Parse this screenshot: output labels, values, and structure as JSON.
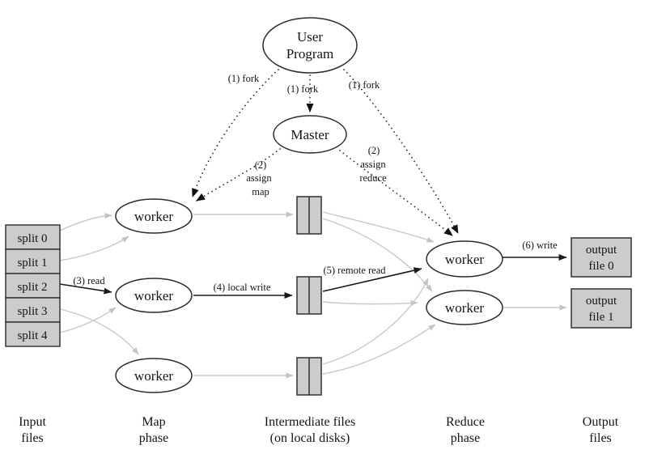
{
  "colors": {
    "background": "#ffffff",
    "box_fill": "#cccccc",
    "box_stroke": "#3c3c3c",
    "node_fill": "#ffffff",
    "node_stroke": "#2b2b2b",
    "gray_edge": "#c9c9c9",
    "black_edge": "#1a1a1a",
    "dotted_edge": "#2e2e2e",
    "text": "#151515"
  },
  "nodes": {
    "user_program": [
      "User",
      "Program"
    ],
    "master": "Master",
    "map_workers": [
      "worker",
      "worker",
      "worker"
    ],
    "reduce_workers": [
      "worker",
      "worker"
    ],
    "splits": [
      "split 0",
      "split 1",
      "split 2",
      "split 3",
      "split 4"
    ],
    "output_file_0": [
      "output",
      "file 0"
    ],
    "output_file_1": [
      "output",
      "file 1"
    ]
  },
  "edge_labels": {
    "fork_left": "(1) fork",
    "fork_center": "(1) fork",
    "fork_right": "(1) fork",
    "assign_map": [
      "(2)",
      "assign",
      "map"
    ],
    "assign_reduce": [
      "(2)",
      "assign",
      "reduce"
    ],
    "read": "(3) read",
    "local_write": "(4) local write",
    "remote_read": "(5) remote read",
    "write": "(6) write"
  },
  "phase_labels": {
    "input": [
      "Input",
      "files"
    ],
    "map": [
      "Map",
      "phase"
    ],
    "intermediate": [
      "Intermediate files",
      "(on local disks)"
    ],
    "reduce": [
      "Reduce",
      "phase"
    ],
    "output": [
      "Output",
      "files"
    ]
  }
}
